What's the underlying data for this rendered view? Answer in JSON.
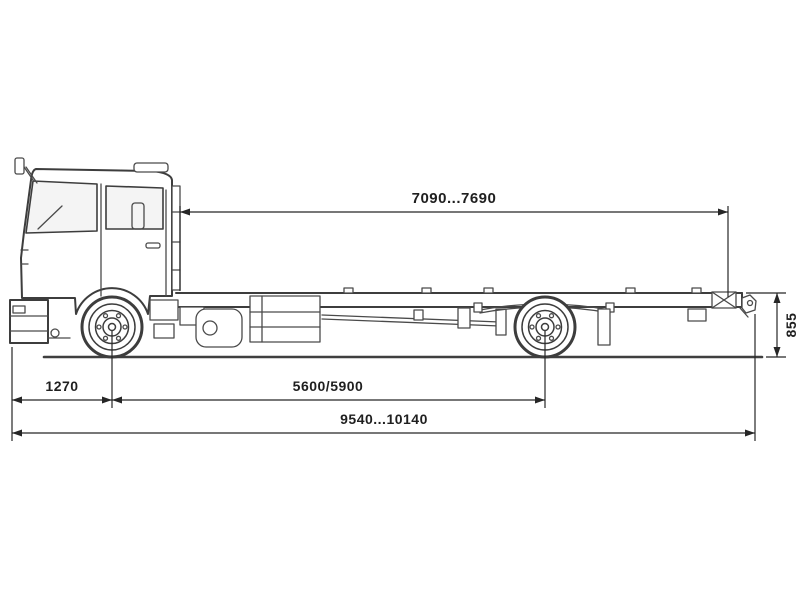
{
  "page": {
    "background": "#ffffff"
  },
  "drawing": {
    "subject": "cab-chassis truck side view technical dimension drawing",
    "line_color": "#3d3d3d",
    "dimension_color": "#262626",
    "text_color": "#1f1f1f"
  },
  "dimensions": {
    "top_span": {
      "label": "7090...7690"
    },
    "front_overhang": {
      "label": "1270"
    },
    "wheelbase": {
      "label": "5600/5900"
    },
    "overall_length": {
      "label": "9540...10140"
    },
    "frame_height": {
      "label": "855"
    }
  }
}
